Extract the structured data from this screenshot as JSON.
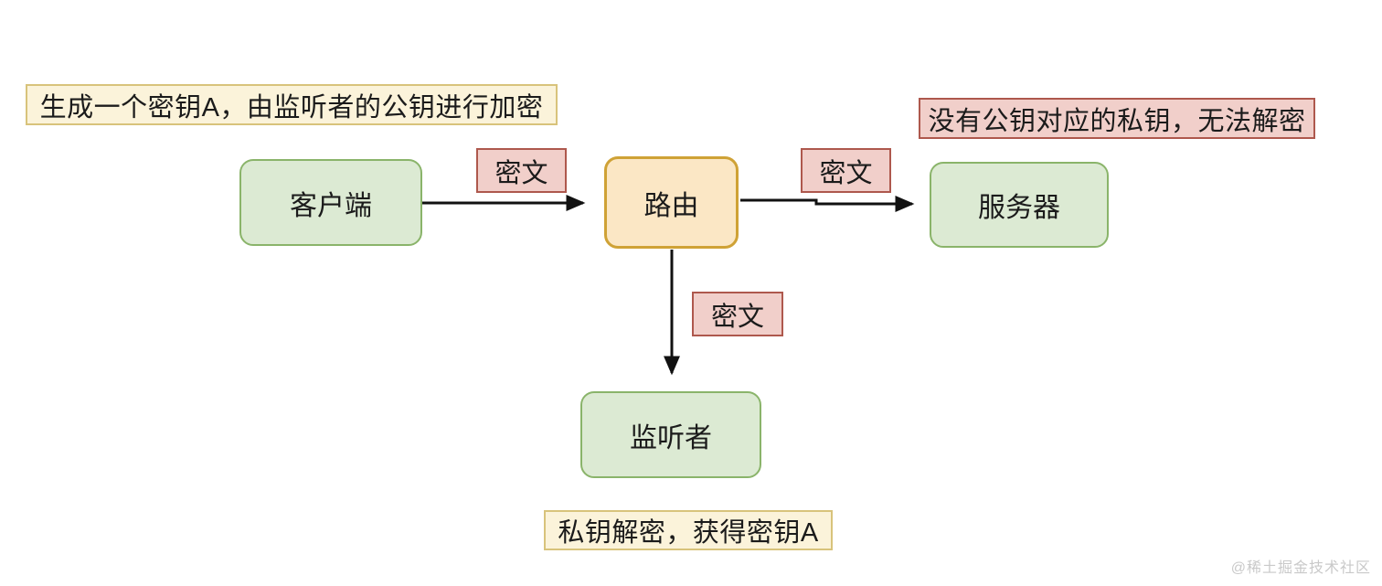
{
  "diagram": {
    "title_hint": "encrypted-key-exchange-interception-flow",
    "background": "#ffffff",
    "annotations": [
      {
        "id": "genkey",
        "text": "生成一个密钥A，由监听者的公钥进行加密",
        "style": "yellow"
      },
      {
        "id": "nokey",
        "text": "没有公钥对应的私钥，无法解密",
        "style": "pink"
      },
      {
        "id": "decrypt",
        "text": "私钥解密，获得密钥A",
        "style": "yellow"
      }
    ],
    "nodes": [
      {
        "id": "client",
        "label": "客户端",
        "style": "green"
      },
      {
        "id": "router",
        "label": "路由",
        "style": "orange"
      },
      {
        "id": "server",
        "label": "服务器",
        "style": "green"
      },
      {
        "id": "listener",
        "label": "监听者",
        "style": "green"
      }
    ],
    "edges": [
      {
        "from": "client",
        "to": "router",
        "label": "密文",
        "direction": "right"
      },
      {
        "from": "router",
        "to": "server",
        "label": "密文",
        "direction": "right"
      },
      {
        "from": "router",
        "to": "listener",
        "label": "密文",
        "direction": "down"
      }
    ],
    "colors": {
      "node_green_fill": "#dcead3",
      "node_green_border": "#8ab46a",
      "node_orange_fill": "#fbe7c5",
      "node_orange_border": "#cfa236",
      "label_pink_fill": "#f1cfca",
      "label_pink_border": "#ae584d",
      "label_yellow_fill": "#fbf3da",
      "label_yellow_border": "#d8c37b",
      "arrow": "#111111",
      "text": "#1b1b1b",
      "watermark": "#c9c9c9"
    },
    "watermark": "@稀土掘金技术社区"
  }
}
